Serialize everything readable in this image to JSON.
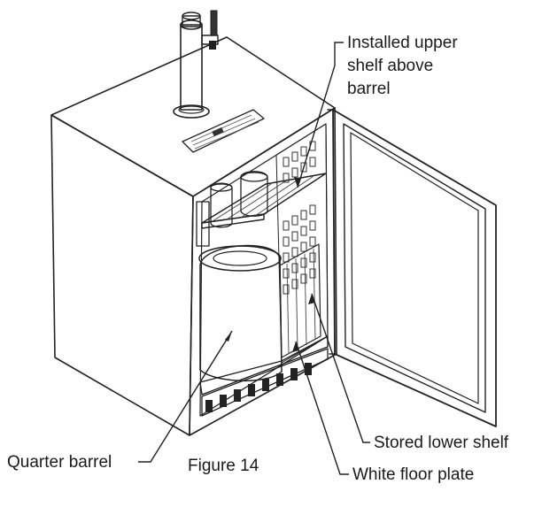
{
  "figure": {
    "caption": "Figure 14"
  },
  "callouts": {
    "upper_shelf_line1": "Installed upper",
    "upper_shelf_line2": "shelf above",
    "upper_shelf_line3": "barrel",
    "quarter_barrel": "Quarter barrel",
    "stored_lower_shelf": "Stored lower shelf",
    "white_floor_plate": "White floor plate"
  }
}
